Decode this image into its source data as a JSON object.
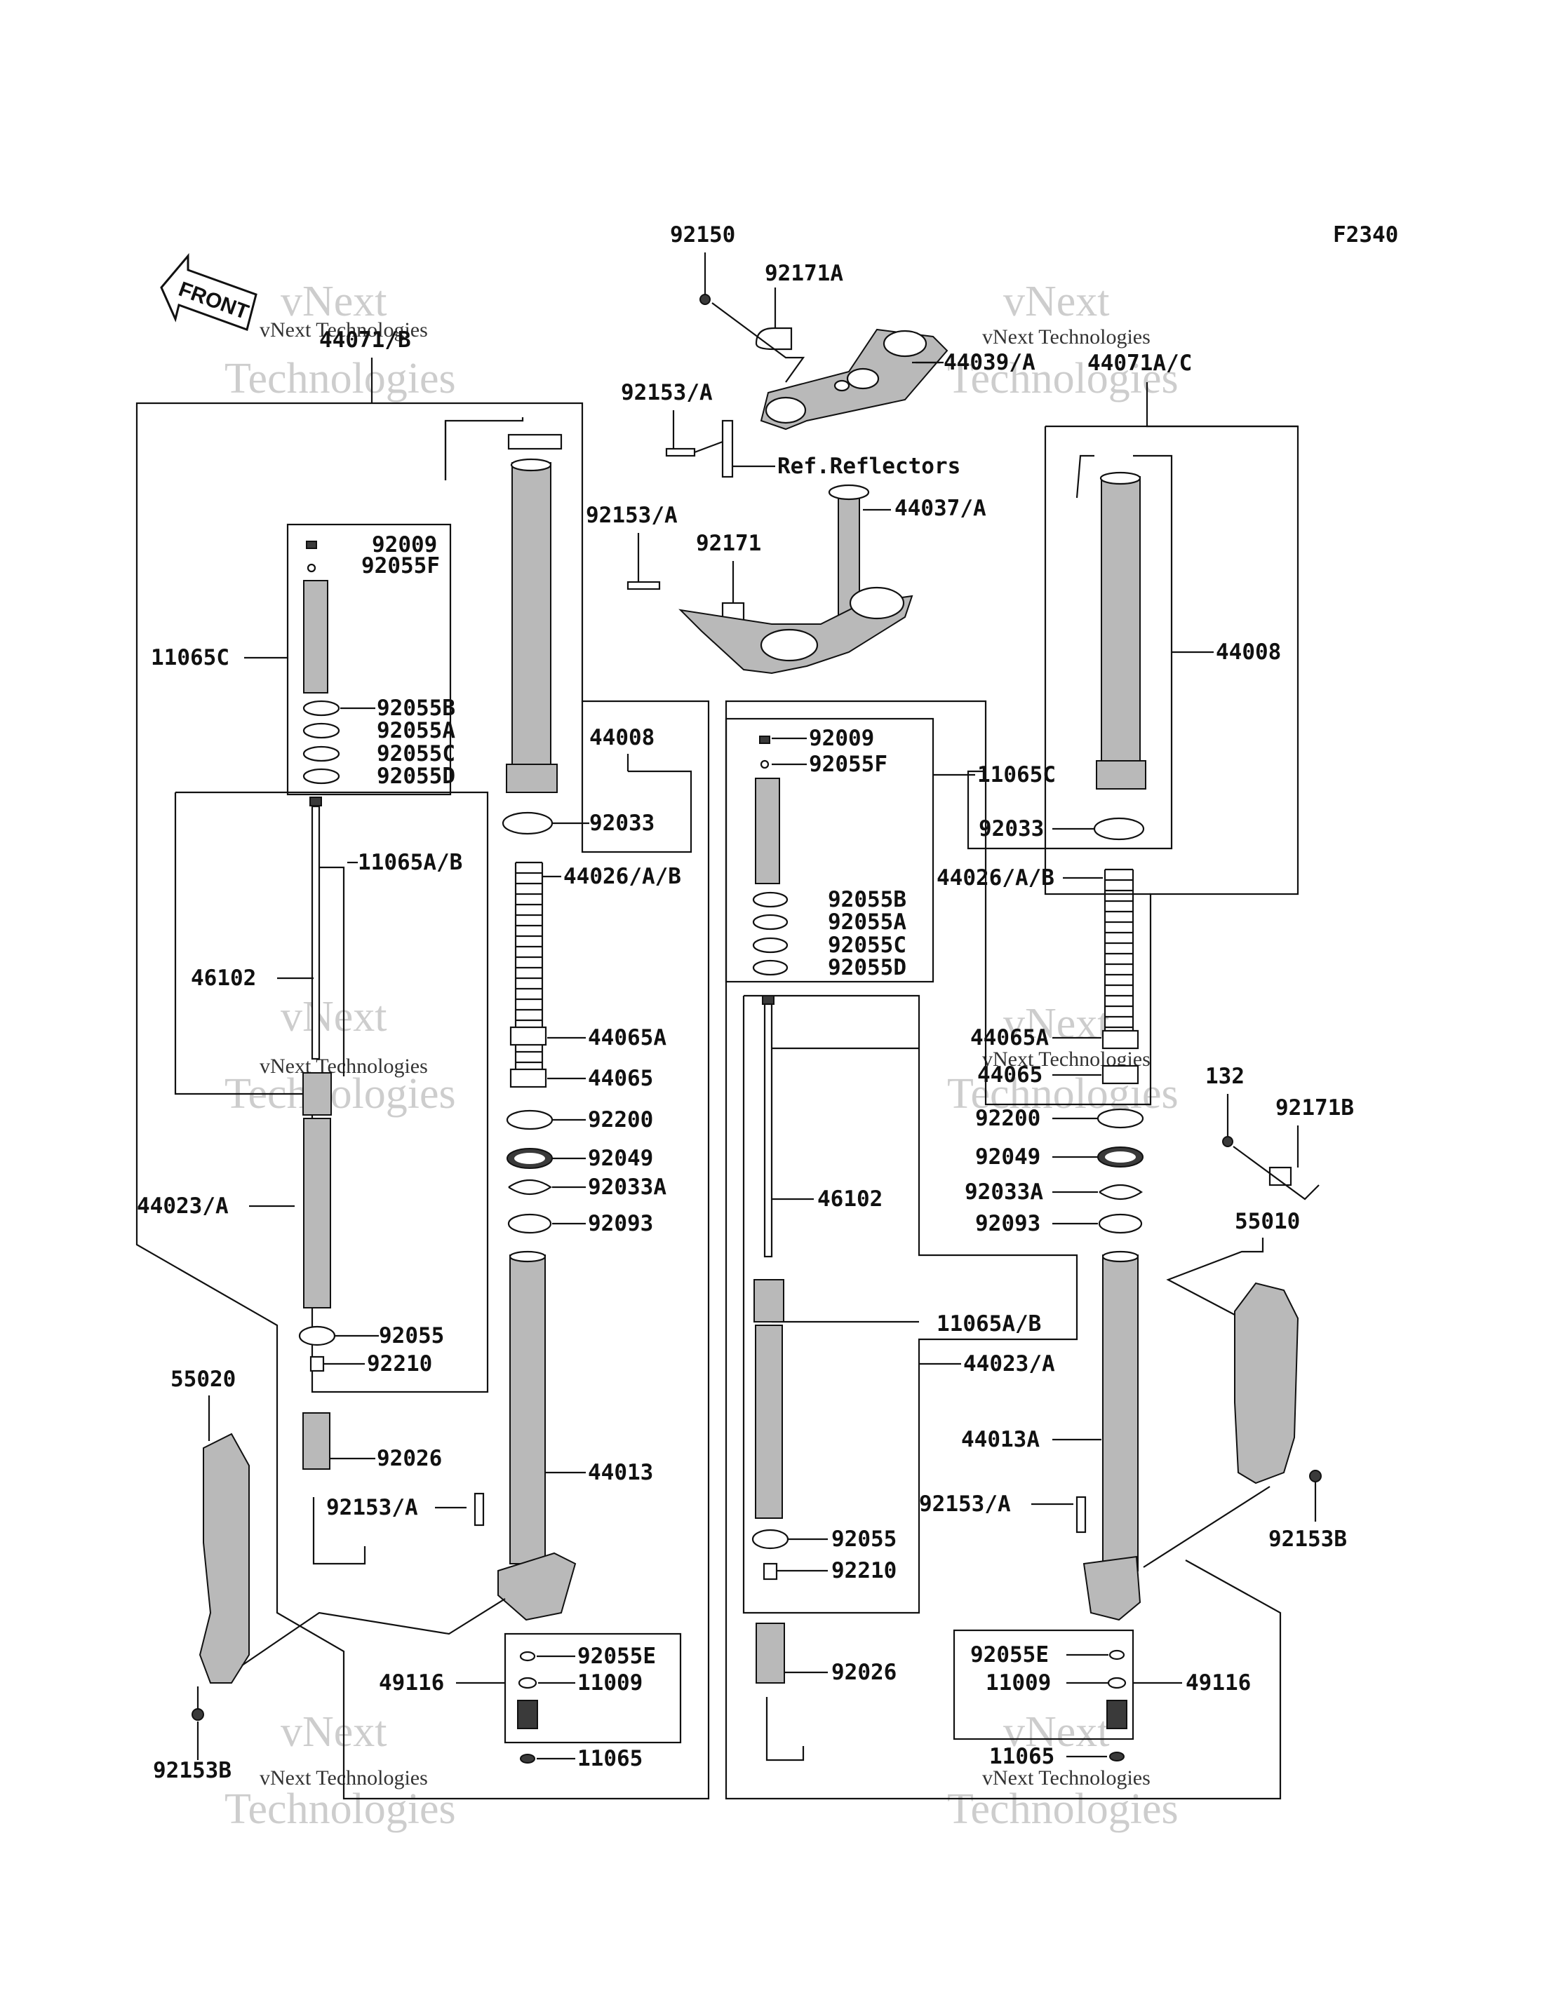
{
  "figure_code": "F2340",
  "front_label": "FRONT",
  "watermark": {
    "line1": "vNext",
    "line2": "Technologies",
    "small": "vNext Technologies"
  },
  "labels": {
    "p92150": "92150",
    "p92171a": "92171A",
    "p44039a": "44039/A",
    "p92153a_top": "92153/A",
    "ref_reflectors": "Ref.Reflectors",
    "p44037a": "44037/A",
    "p92153a_mid": "92153/A",
    "p92171": "92171",
    "p44071b": "44071/B",
    "p44071ac": "44071A/C",
    "l92009": "92009",
    "l92055f": "92055F",
    "l11065c": "11065C",
    "l92055b": "92055B",
    "l92055a": "92055A",
    "l92055c": "92055C",
    "l92055d": "92055D",
    "l44008": "44008",
    "l92033": "92033",
    "l11065ab": "11065A/B",
    "l44026": "44026/A/B",
    "l46102": "46102",
    "l44065a": "44065A",
    "l44065": "44065",
    "l92200": "92200",
    "l92049": "92049",
    "l92033a": "92033A",
    "l92093": "92093",
    "l44023a": "44023/A",
    "l92055": "92055",
    "l92210": "92210",
    "l55020": "55020",
    "l92026": "92026",
    "l44013": "44013",
    "l92153a": "92153/A",
    "l92055e": "92055E",
    "l49116": "49116",
    "l11009": "11009",
    "l92153b": "92153B",
    "l11065": "11065",
    "r92009": "92009",
    "r92055f": "92055F",
    "r11065c": "11065C",
    "r44008": "44008",
    "r92033": "92033",
    "r92055b": "92055B",
    "r92055a": "92055A",
    "r92055c": "92055C",
    "r92055d": "92055D",
    "r44026": "44026/A/B",
    "r44065a": "44065A",
    "r44065": "44065",
    "r132": "132",
    "r92171b": "92171B",
    "r92200": "92200",
    "r92049": "92049",
    "r46102": "46102",
    "r92033a": "92033A",
    "r92093": "92093",
    "r55010": "55010",
    "r11065ab": "11065A/B",
    "r44023a": "44023/A",
    "r44013a": "44013A",
    "r92153a": "92153/A",
    "r92055": "92055",
    "r92153b": "92153B",
    "r92210": "92210",
    "r92055e": "92055E",
    "r49116": "49116",
    "r11009": "11009",
    "r92026": "92026",
    "r11065": "11065"
  }
}
